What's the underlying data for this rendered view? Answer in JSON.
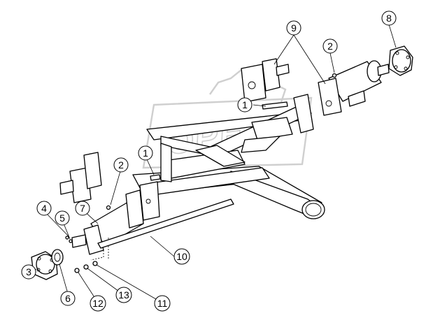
{
  "watermark": {
    "text": "OPEX"
  },
  "balloons": [
    {
      "id": "b1a",
      "label": "1"
    },
    {
      "id": "b1b",
      "label": "1"
    },
    {
      "id": "b2a",
      "label": "2"
    },
    {
      "id": "b2b",
      "label": "2"
    },
    {
      "id": "b3",
      "label": "3"
    },
    {
      "id": "b4",
      "label": "4"
    },
    {
      "id": "b5",
      "label": "5"
    },
    {
      "id": "b6",
      "label": "6"
    },
    {
      "id": "b7",
      "label": "7"
    },
    {
      "id": "b8",
      "label": "8"
    },
    {
      "id": "b9",
      "label": "9"
    },
    {
      "id": "b10",
      "label": "10"
    },
    {
      "id": "b11",
      "label": "11"
    },
    {
      "id": "b12",
      "label": "12"
    },
    {
      "id": "b13",
      "label": "13"
    }
  ]
}
